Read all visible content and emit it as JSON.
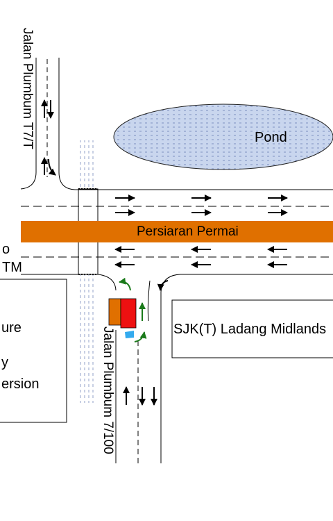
{
  "labels": {
    "pond": "Pond",
    "main_road": "Persiaran Permai",
    "north_road": "Jalan Plumbum T7/T",
    "south_road": "Jalan Plumbum 7/100",
    "school": "SJK(T) Ladang Midlands",
    "left_cut_top": "o",
    "left_cut_bottom": "TM",
    "building_line1": "ure",
    "building_line2": "y",
    "building_line3": "ersion"
  },
  "colors": {
    "road_band": "#e07000",
    "pond_fill": "#c9d6ee",
    "stall_orange": "#e07000",
    "stall_red": "#ee1111",
    "water_marker": "#33aaee",
    "turn_arrow": "#1a7a1a",
    "drain": "#7788bb"
  },
  "icons": {
    "traffic_arrow": "arrow-icon",
    "turn_arrow": "curved-arrow-icon"
  }
}
